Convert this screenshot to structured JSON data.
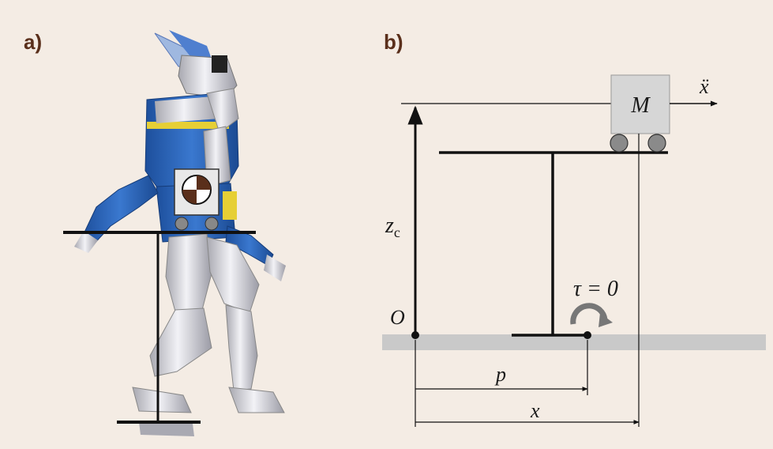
{
  "panels": {
    "a_label": "a)",
    "b_label": "b)"
  },
  "diagram_b": {
    "mass_label": "M",
    "accel_label": "ẍ",
    "height_label_main": "z",
    "height_label_sub": "c",
    "origin_label": "O",
    "torque_label": "τ = 0",
    "p_label": "p",
    "x_label": "x"
  },
  "colors": {
    "background": "#f4ece4",
    "label_brown": "#5a2f1b",
    "ground_gray": "#c9c9c9",
    "cart_gray": "#d6d6d6",
    "robot_blue": "#2f64b3",
    "robot_white": "#e6e6ea",
    "line_black": "#111111"
  }
}
